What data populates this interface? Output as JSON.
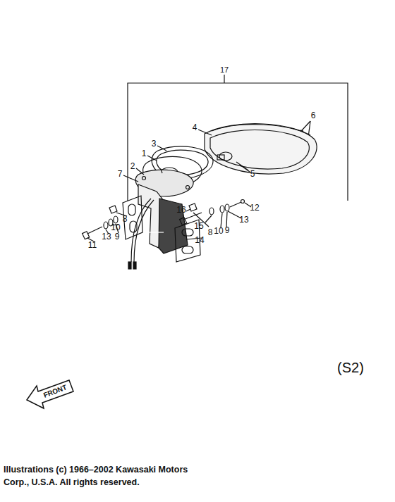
{
  "diagram": {
    "caption": "Illustrations (c) 1966–2002 Kawasaki Motors Corp., U.S.A.  All rights reserved.",
    "labels": [
      "17",
      "6",
      "4",
      "3",
      "1",
      "2",
      "5",
      "7",
      "16",
      "12",
      "8",
      "15",
      "13",
      "10",
      "9",
      "14",
      "8",
      "10",
      "9",
      "13",
      "11",
      "(S2)",
      "FRONT"
    ]
  }
}
